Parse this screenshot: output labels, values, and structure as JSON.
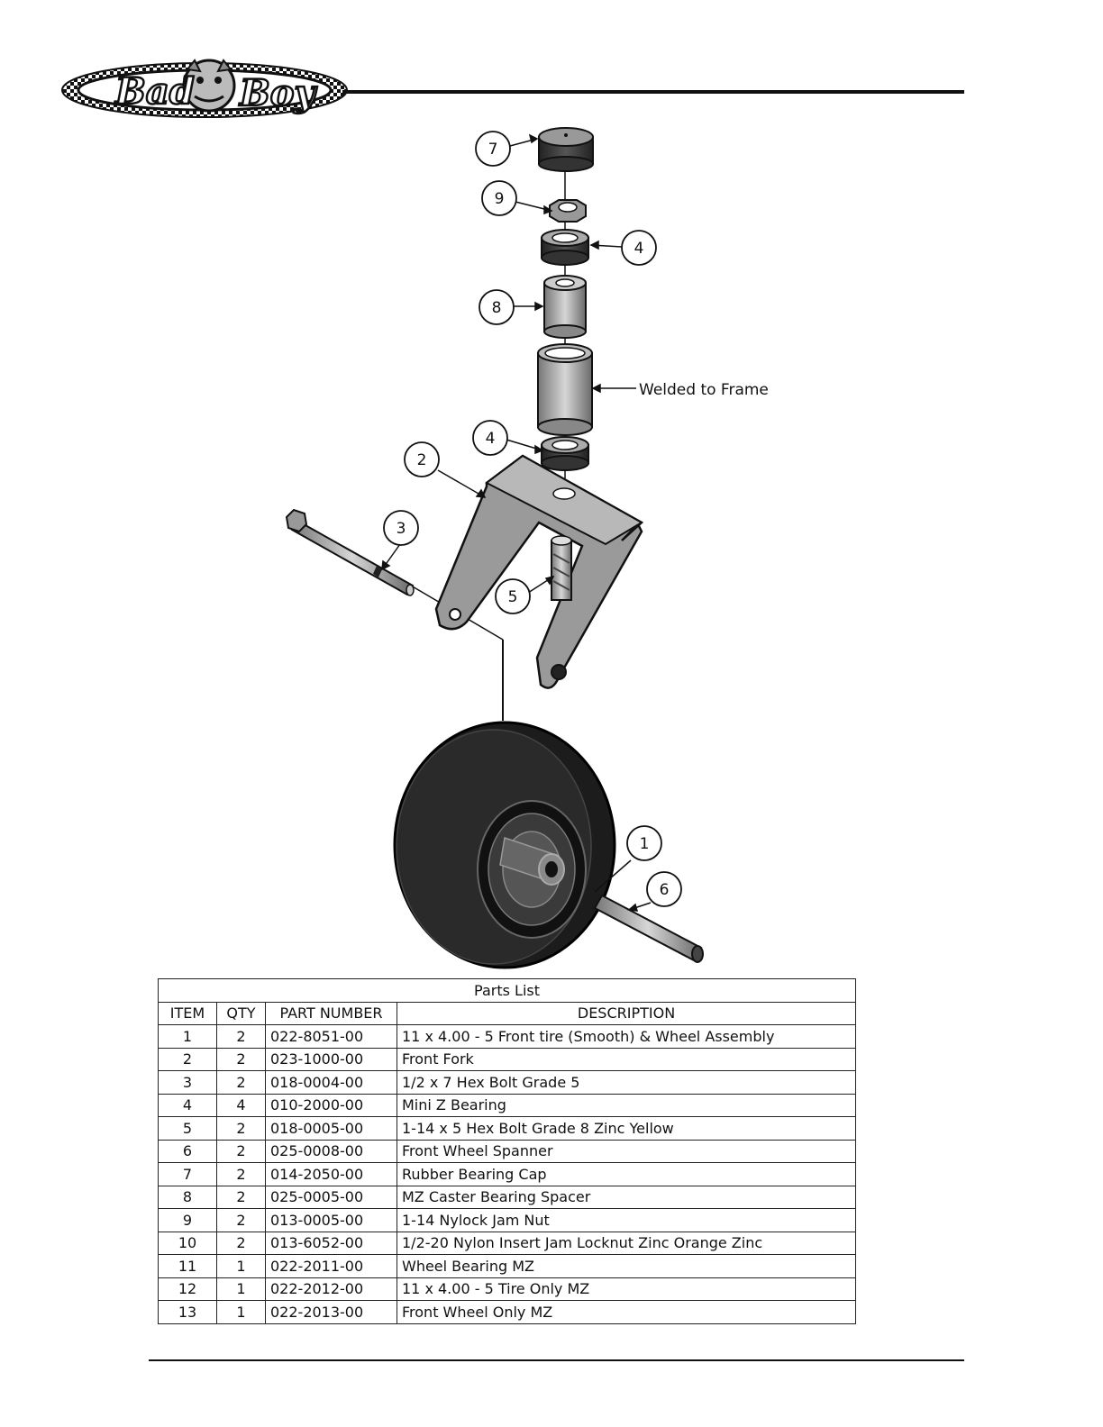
{
  "logo": {
    "text": "Bad Boy",
    "icon": "bulldog-mascot-icon"
  },
  "diagram": {
    "callouts": [
      {
        "id": "7"
      },
      {
        "id": "9"
      },
      {
        "id": "4"
      },
      {
        "id": "8"
      },
      {
        "id": "4"
      },
      {
        "id": "2"
      },
      {
        "id": "3"
      },
      {
        "id": "5"
      },
      {
        "id": "1"
      },
      {
        "id": "6"
      }
    ],
    "annotation": "Welded to Frame"
  },
  "parts_list": {
    "title": "Parts List",
    "headers": [
      "ITEM",
      "QTY",
      "PART NUMBER",
      "DESCRIPTION"
    ],
    "rows": [
      [
        "1",
        "2",
        "022-8051-00",
        "11 x 4.00 - 5 Front tire (Smooth) & Wheel Assembly"
      ],
      [
        "2",
        "2",
        "023-1000-00",
        "Front Fork"
      ],
      [
        "3",
        "2",
        "018-0004-00",
        "1/2 x 7 Hex Bolt Grade 5"
      ],
      [
        "4",
        "4",
        "010-2000-00",
        "Mini Z Bearing"
      ],
      [
        "5",
        "2",
        "018-0005-00",
        "1-14 x 5 Hex Bolt Grade 8 Zinc Yellow"
      ],
      [
        "6",
        "2",
        "025-0008-00",
        "Front Wheel Spanner"
      ],
      [
        "7",
        "2",
        "014-2050-00",
        "Rubber Bearing Cap"
      ],
      [
        "8",
        "2",
        "025-0005-00",
        "MZ Caster Bearing Spacer"
      ],
      [
        "9",
        "2",
        "013-0005-00",
        "1-14 Nylock Jam Nut"
      ],
      [
        "10",
        "2",
        "013-6052-00",
        "1/2-20 Nylon Insert Jam Locknut Zinc Orange Zinc"
      ],
      [
        "11",
        "1",
        "022-2011-00",
        "Wheel Bearing MZ"
      ],
      [
        "12",
        "1",
        "022-2012-00",
        "11 x 4.00 - 5 Tire Only MZ"
      ],
      [
        "13",
        "1",
        "022-2013-00",
        "Front Wheel Only MZ"
      ]
    ]
  }
}
